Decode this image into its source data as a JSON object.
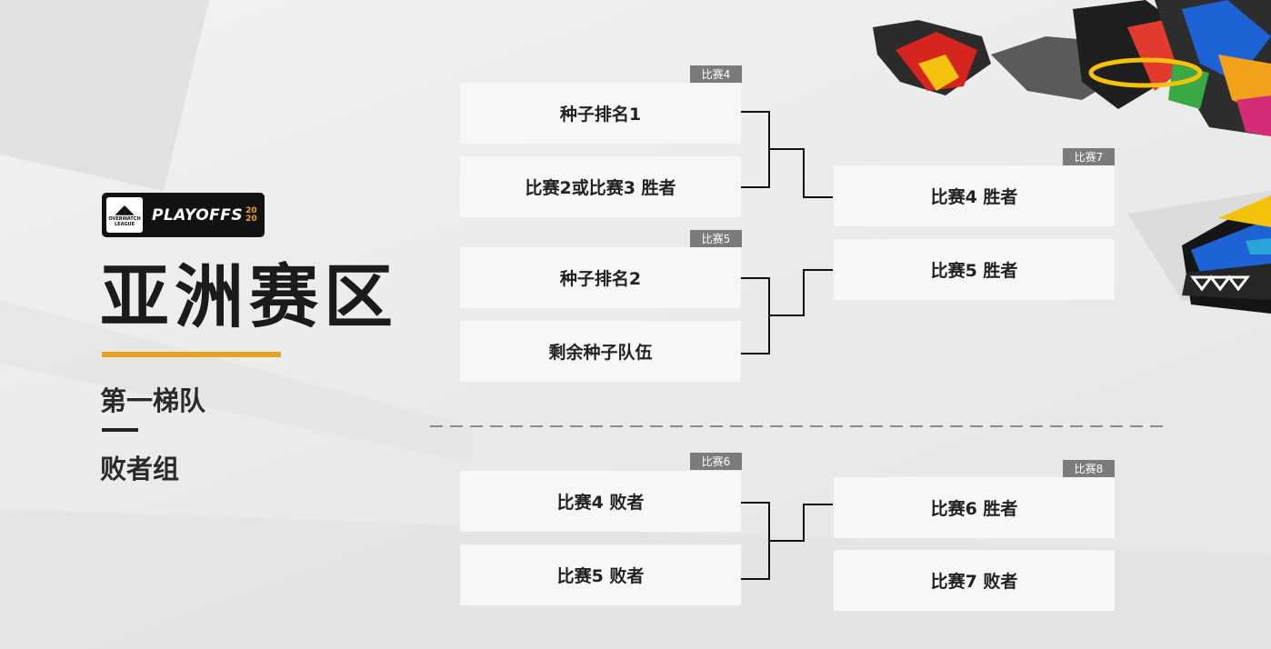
{
  "colors": {
    "accent": "#e8a21e",
    "tag_bg": "#7b7b7b",
    "slot_bg": "#f7f7f7",
    "connector": "#111111"
  },
  "logo": {
    "league_glyph": "◢◣",
    "league_text": "OVERWATCH",
    "league_text_2": "LEAGUE",
    "playoffs_text": "PLAYOFFS",
    "year_top": "20",
    "year_bottom": "20"
  },
  "region_title": "亚洲赛区",
  "tier_label": "第一梯队",
  "dash_glyph": "—",
  "losers_label": "败者组",
  "matches": [
    {
      "tag": "比赛4",
      "slots": [
        "种子排名1",
        "比赛2或比赛3  胜者"
      ]
    },
    {
      "tag": "比赛5",
      "slots": [
        "种子排名2",
        "剩余种子队伍"
      ]
    },
    {
      "tag": "比赛7",
      "slots": [
        "比赛4  胜者",
        "比赛5  胜者"
      ]
    },
    {
      "tag": "比赛6",
      "slots": [
        "比赛4  败者",
        "比赛5  败者"
      ]
    },
    {
      "tag": "比赛8",
      "slots": [
        "比赛6  胜者",
        "比赛7  败者"
      ]
    }
  ]
}
